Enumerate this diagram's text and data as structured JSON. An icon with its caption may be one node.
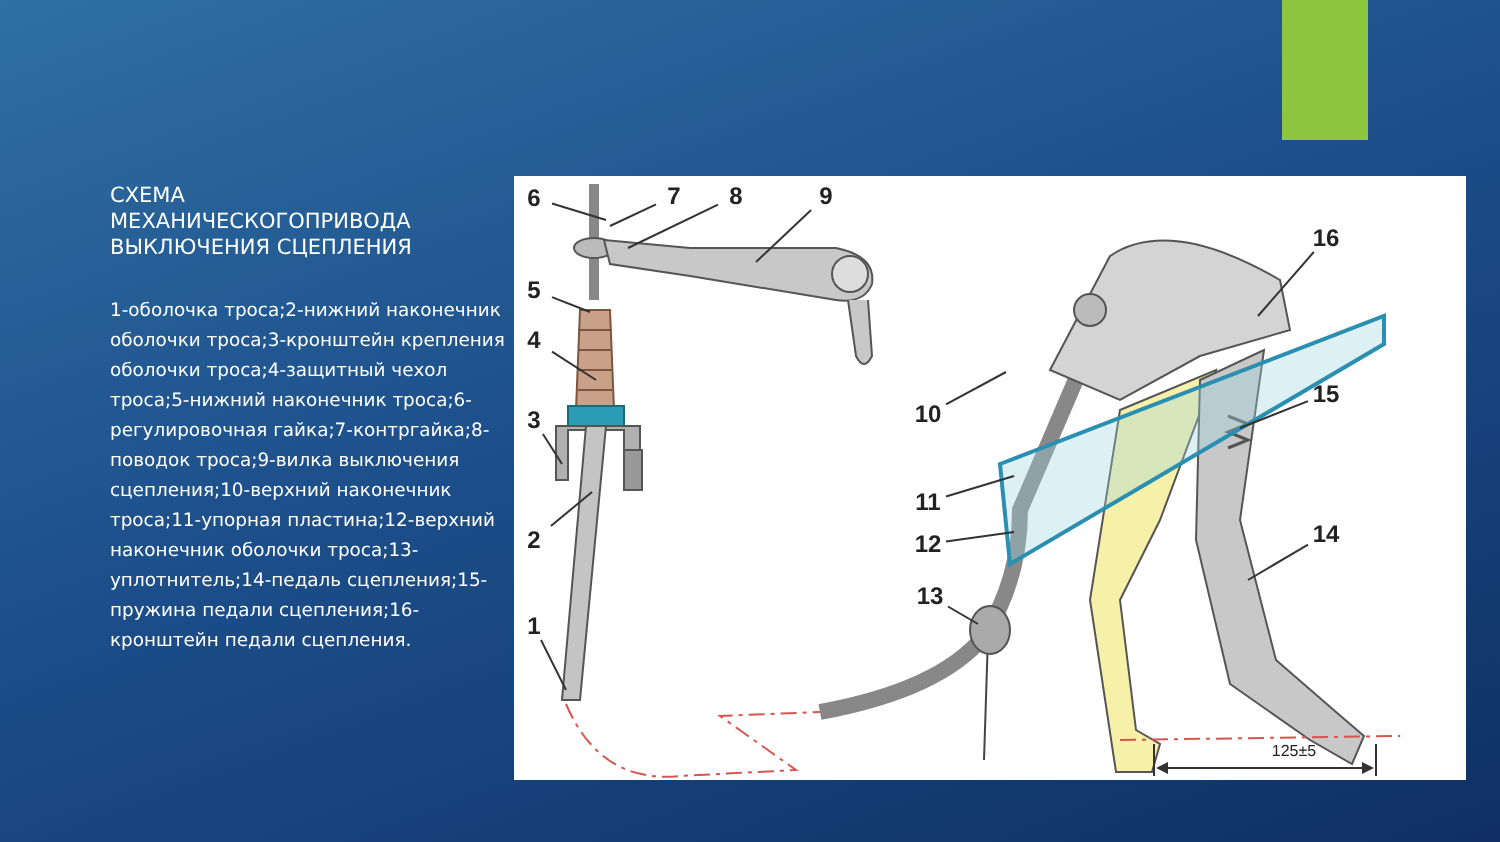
{
  "diagram": {
    "title": "СХЕМА МЕХАНИЧЕСКОГОПРИВОДА ВЫКЛЮЧЕНИЯ СЦЕПЛЕНИЯ",
    "nodes": [
      {
        "text": [
          "1"
        ]
      },
      {
        "text": [
          "2"
        ]
      },
      {
        "text": [
          "3"
        ]
      },
      {
        "text": [
          "4"
        ]
      },
      {
        "text": [
          "5"
        ]
      },
      {
        "text": [
          "6"
        ]
      },
      {
        "text": [
          "7"
        ]
      },
      {
        "text": [
          "8"
        ]
      },
      {
        "text": [
          "9"
        ]
      },
      {
        "text": [
          "10"
        ]
      },
      {
        "text": [
          "11"
        ]
      },
      {
        "text": [
          "12"
        ]
      },
      {
        "text": [
          "13"
        ]
      },
      {
        "text": [
          "14"
        ]
      },
      {
        "text": [
          "15"
        ]
      },
      {
        "text": [
          "16"
        ]
      }
    ],
    "edges": [
      {
        "from": 0,
        "to": null,
        "arrow": "none"
      },
      {
        "from": 1,
        "to": null,
        "arrow": "none"
      },
      {
        "from": 2,
        "to": null,
        "arrow": "none"
      },
      {
        "from": 3,
        "to": null,
        "arrow": "none"
      },
      {
        "from": 4,
        "to": null,
        "arrow": "none"
      },
      {
        "from": 5,
        "to": null,
        "arrow": "none"
      },
      {
        "from": 6,
        "to": null,
        "arrow": "none"
      },
      {
        "from": 7,
        "to": null,
        "arrow": "none"
      },
      {
        "from": 8,
        "to": null,
        "arrow": "none"
      },
      {
        "from": 9,
        "to": null,
        "arrow": "none"
      },
      {
        "from": 10,
        "to": null,
        "arrow": "none"
      },
      {
        "from": 11,
        "to": null,
        "arrow": "none"
      },
      {
        "from": 12,
        "to": null,
        "arrow": "none"
      },
      {
        "from": 13,
        "to": null,
        "arrow": "none"
      },
      {
        "from": 14,
        "to": null,
        "arrow": "none"
      },
      {
        "from": 15,
        "to": null,
        "arrow": "none"
      }
    ],
    "labels": [
      "1-оболочка троса;2-нижний наконечник оболочки троса;3-кронштейн крепления оболочки троса;4-защитный чехол троса;5-нижний наконечник троса;6-регулировочная гайка;7-контргайка;8-поводок троса;9-вилка выключения сцепления;10-верхний наконечник троса;11-упорная пластина;12-верхний наконечник оболочки троса;13-уплотнитель;14-педаль сцепления;15-пружина педали сцепления;16-кронштейн педали сцепления.",
      "125±5"
    ]
  }
}
